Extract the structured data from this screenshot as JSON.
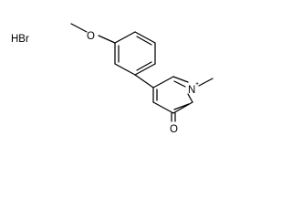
{
  "diagram": {
    "salt_label": "HBr",
    "atoms": {
      "oxygen_methoxy": "O",
      "nitrogen": "N",
      "nitrogen_charge": "+",
      "oxygen_ketone": "O"
    }
  }
}
